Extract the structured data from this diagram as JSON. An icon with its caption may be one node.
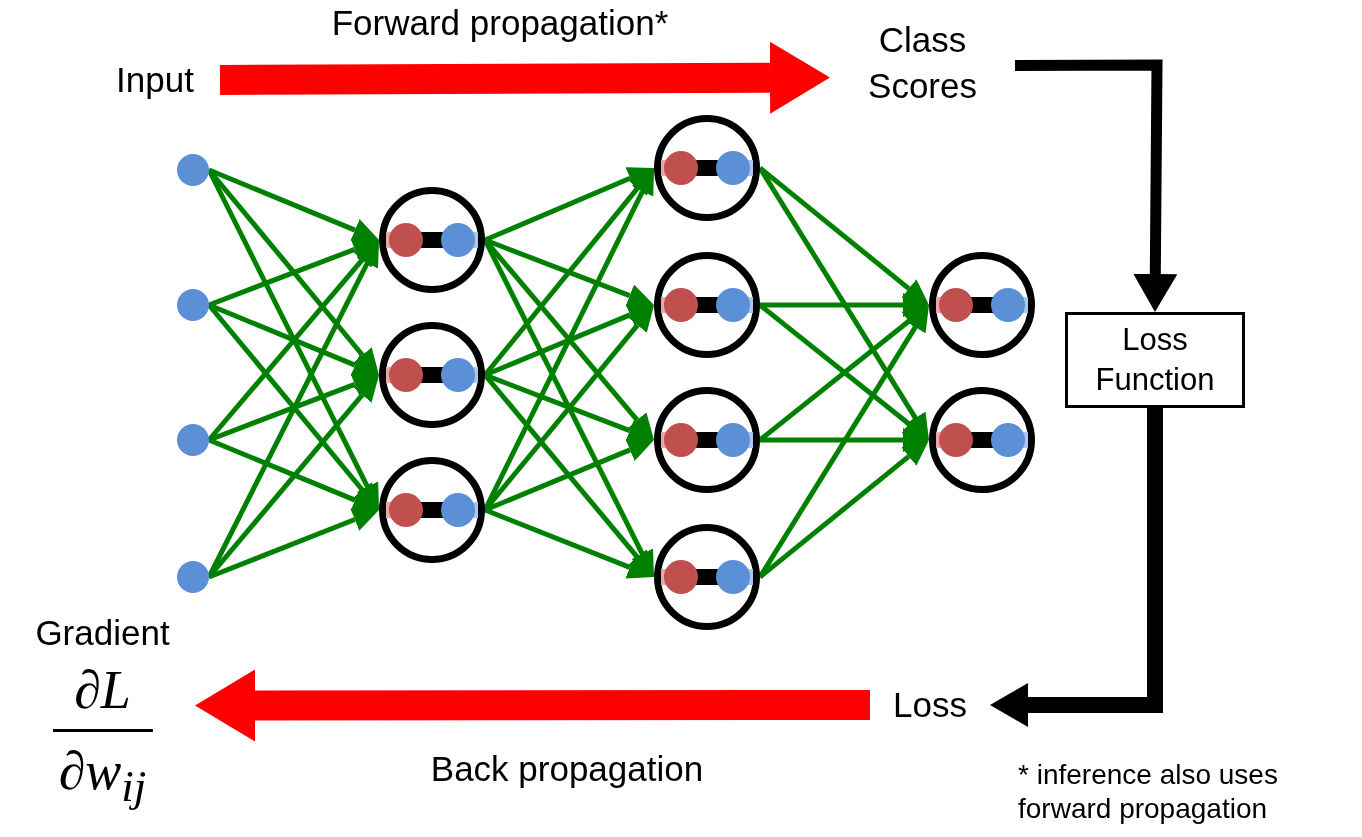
{
  "diagram": {
    "nodes": [
      {
        "text": [
          "Input"
        ]
      },
      {
        "text": [
          "Class Scores"
        ]
      },
      {
        "text": [
          "Loss Function"
        ]
      },
      {
        "text": [
          "Loss"
        ]
      },
      {
        "text": [
          "Gradient",
          "∂L",
          "∂w$_{ij}$"
        ]
      },
      {
        "text": [],
        "shape": "circle"
      },
      {
        "text": [],
        "shape": "circle"
      },
      {
        "text": [],
        "shape": "circle"
      },
      {
        "text": [],
        "shape": "circle"
      },
      {
        "text": [],
        "shape": "circle"
      },
      {
        "text": [],
        "shape": "circle"
      },
      {
        "text": [],
        "shape": "circle"
      },
      {
        "text": [],
        "shape": "circle"
      },
      {
        "text": [],
        "shape": "circle"
      },
      {
        "text": [],
        "shape": "circle"
      },
      {
        "text": [],
        "shape": "circle"
      },
      {
        "text": [],
        "shape": "circle"
      },
      {
        "text": [],
        "shape": "circle"
      }
    ],
    "edges": [
      {
        "from": 0,
        "to": 1,
        "arrow": "to",
        "label": "Forward propagation*",
        "style": "thick",
        "color": "#ff0000"
      },
      {
        "from": 1,
        "to": 2,
        "arrow": "to",
        "style": "thick",
        "color": "#000000"
      },
      {
        "from": 2,
        "to": 3,
        "arrow": "to",
        "style": "thick",
        "color": "#000000"
      },
      {
        "from": 3,
        "to": 4,
        "arrow": "to",
        "label": "Back propagation",
        "style": "thick",
        "color": "#ff0000"
      },
      {
        "from": 5,
        "to": 9,
        "arrow": "to"
      },
      {
        "from": 5,
        "to": 10,
        "arrow": "to"
      },
      {
        "from": 5,
        "to": 11,
        "arrow": "to"
      },
      {
        "from": 6,
        "to": 9,
        "arrow": "to"
      },
      {
        "from": 6,
        "to": 10,
        "arrow": "to"
      },
      {
        "from": 6,
        "to": 11,
        "arrow": "to"
      },
      {
        "from": 7,
        "to": 9,
        "arrow": "to"
      },
      {
        "from": 7,
        "to": 10,
        "arrow": "to"
      },
      {
        "from": 7,
        "to": 11,
        "arrow": "to"
      },
      {
        "from": 8,
        "to": 9,
        "arrow": "to"
      },
      {
        "from": 8,
        "to": 10,
        "arrow": "to"
      },
      {
        "from": 8,
        "to": 11,
        "arrow": "to"
      },
      {
        "from": 9,
        "to": 12,
        "arrow": "to"
      },
      {
        "from": 9,
        "to": 13,
        "arrow": "to"
      },
      {
        "from": 9,
        "to": 14,
        "arrow": "to"
      },
      {
        "from": 9,
        "to": 15,
        "arrow": "to"
      },
      {
        "from": 10,
        "to": 12,
        "arrow": "to"
      },
      {
        "from": 10,
        "to": 13,
        "arrow": "to"
      },
      {
        "from": 10,
        "to": 14,
        "arrow": "to"
      },
      {
        "from": 10,
        "to": 15,
        "arrow": "to"
      },
      {
        "from": 11,
        "to": 12,
        "arrow": "to"
      },
      {
        "from": 11,
        "to": 13,
        "arrow": "to"
      },
      {
        "from": 11,
        "to": 14,
        "arrow": "to"
      },
      {
        "from": 11,
        "to": 15,
        "arrow": "to"
      },
      {
        "from": 12,
        "to": 16,
        "arrow": "to"
      },
      {
        "from": 12,
        "to": 17,
        "arrow": "to"
      },
      {
        "from": 13,
        "to": 16,
        "arrow": "to"
      },
      {
        "from": 13,
        "to": 17,
        "arrow": "to"
      },
      {
        "from": 14,
        "to": 16,
        "arrow": "to"
      },
      {
        "from": 14,
        "to": 17,
        "arrow": "to"
      },
      {
        "from": 15,
        "to": 16,
        "arrow": "to"
      },
      {
        "from": 15,
        "to": 17,
        "arrow": "to"
      }
    ],
    "labels": [
      "* inference also uses forward propagation"
    ]
  }
}
